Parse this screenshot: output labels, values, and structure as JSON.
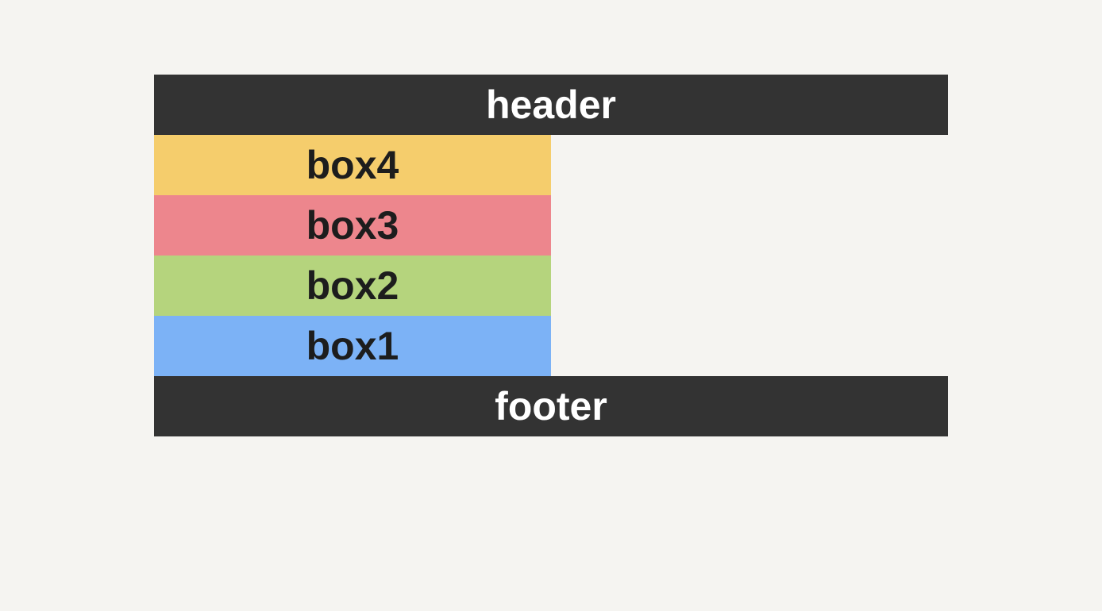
{
  "page": {
    "background": "#f5f4f1"
  },
  "demo": {
    "header": {
      "label": "header",
      "background": "#333333",
      "text_color": "#ffffff"
    },
    "boxes": [
      {
        "label": "box4",
        "color": "#f5cd6c"
      },
      {
        "label": "box3",
        "color": "#ed868d"
      },
      {
        "label": "box2",
        "color": "#b5d47d"
      },
      {
        "label": "box1",
        "color": "#7cb2f6"
      }
    ],
    "footer": {
      "label": "footer",
      "background": "#333333",
      "text_color": "#ffffff"
    }
  }
}
